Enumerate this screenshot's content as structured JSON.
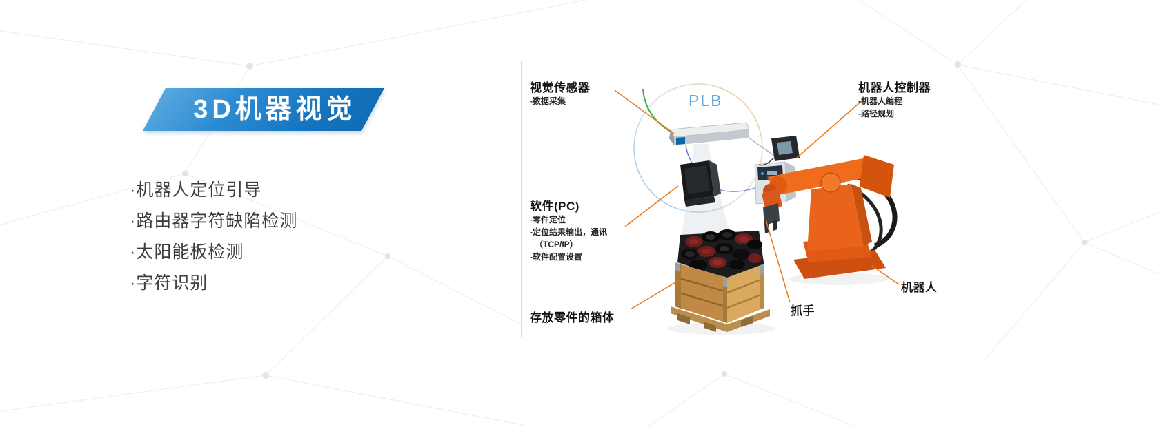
{
  "header": {
    "title": "3D机器视觉"
  },
  "features": {
    "items": [
      "·机器人定位引导",
      "·路由器字符缺陷检测",
      "·太阳能板检测",
      "·字符识别"
    ]
  },
  "diagram": {
    "plb_label": "PLB",
    "vision_sensor": {
      "title": "视觉传感器",
      "sub1": "-数据采集"
    },
    "robot_controller": {
      "title": "机器人控制器",
      "sub1": "-机器人编程",
      "sub2": "-路径规划"
    },
    "software_pc": {
      "title": "软件(PC)",
      "sub1": "-零件定位",
      "sub2": "-定位结果输出，通讯",
      "sub3": "（TCP/IP）",
      "sub4": "-软件配置设置"
    },
    "parts_box_label": "存放零件的箱体",
    "gripper_label": "抓手",
    "robot_label": "机器人",
    "colors": {
      "banner_blue": "#1f7fc6",
      "callout_orange": "#e87a1e",
      "plb_blue": "#66a9da",
      "robot_orange": "#e8611a"
    }
  }
}
